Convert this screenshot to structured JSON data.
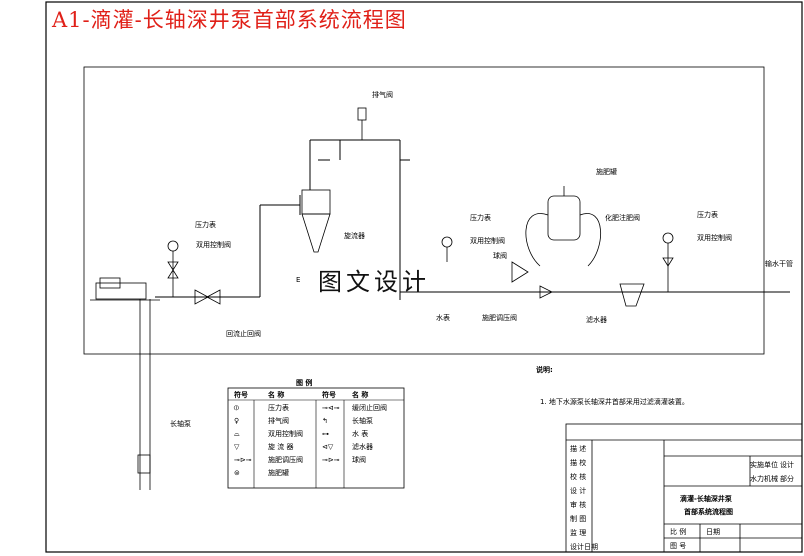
{
  "banner_title": "A1-滴灌-长轴深井泵首部系统流程图",
  "components": {
    "exhaust_valve": "排气阀",
    "pressure_gauge_1": "压力表",
    "dual_valve_1": "双用控制阀",
    "sand_separator": "旋流器",
    "pressure_gauge_2": "压力表",
    "dual_valve_2": "双用控制阀",
    "fertilizer_tank": "施肥罐",
    "check_valve_chem": "化肥注肥阀",
    "pressure_gauge_3": "压力表",
    "dual_valve_3": "双用控制阀",
    "main_line": "输水干管",
    "backflow_valve": "回流止回阀",
    "water_meter": "水表",
    "pressure_valve": "施肥调压阀",
    "screen_filter": "滤水器",
    "mark_e": "E",
    "well_pump": "长轴泵",
    "small_valve": "球阀"
  },
  "watermark": "图文设计",
  "notes": {
    "title": "说明:",
    "line1": "1. 地下水源泵长轴深井首部采用过滤滴灌装置。"
  },
  "legend": {
    "title": "图  例",
    "headers": [
      "符号",
      "名  称",
      "符号",
      "名  称"
    ],
    "rows": [
      [
        "⦶",
        "压力表",
        "⊸⊲⊸",
        "缓闭止回阀"
      ],
      [
        "♀",
        "排气阀",
        "↰",
        "长轴泵"
      ],
      [
        "⌓",
        "双用控制阀",
        "⊶",
        "水 表"
      ],
      [
        "▽",
        "旋 流 器",
        "⊲▽",
        "滤水器"
      ],
      [
        "⊸⊳⊸",
        "施肥调压阀",
        "⊸⊳⊸",
        "球阀"
      ],
      [
        "⊜",
        "施肥罐",
        "",
        ""
      ]
    ]
  },
  "title_block": {
    "left_labels": [
      "描 述",
      "描 校",
      "校 核",
      "设 计",
      "审 核",
      "制 图",
      "监 理",
      "设计日期"
    ],
    "right_top": [
      [
        "实施单位",
        "设计"
      ],
      [
        "水力机械",
        "部分"
      ]
    ],
    "drawing_title_1": "滴灌-长轴深井泵",
    "drawing_title_2": "首部系统流程图",
    "bottom_row": [
      "比 例",
      "日期",
      "图 号"
    ]
  }
}
